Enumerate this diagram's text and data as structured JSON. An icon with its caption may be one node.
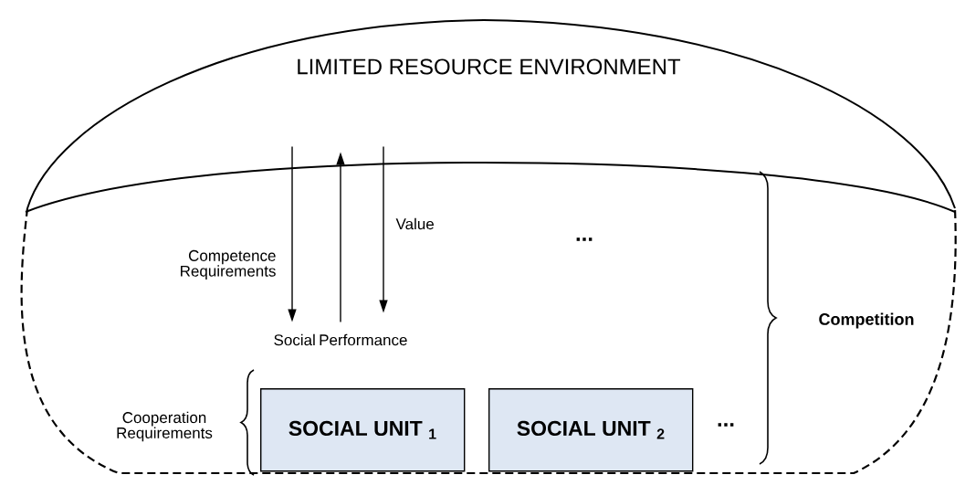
{
  "diagram": {
    "nodes": [
      {
        "text": [
          "LIMITED RESOURCE ENVIRONMENT"
        ]
      },
      {
        "text": [
          "Social Performance"
        ]
      },
      {
        "text": [
          "SOCIAL UNIT $_{1}$"
        ]
      },
      {
        "text": [
          "SOCIAL UNIT $_{2}$"
        ]
      }
    ],
    "edges": [
      {
        "from": 0,
        "to": 1,
        "arrow": "to",
        "label": "Competence Requirements"
      },
      {
        "from": 1,
        "to": 0,
        "arrow": "to"
      },
      {
        "from": 0,
        "to": 1,
        "arrow": "to",
        "label": "Value"
      }
    ],
    "labels": [
      "...",
      "Cooperation Requirements",
      "...",
      "Competition"
    ]
  }
}
